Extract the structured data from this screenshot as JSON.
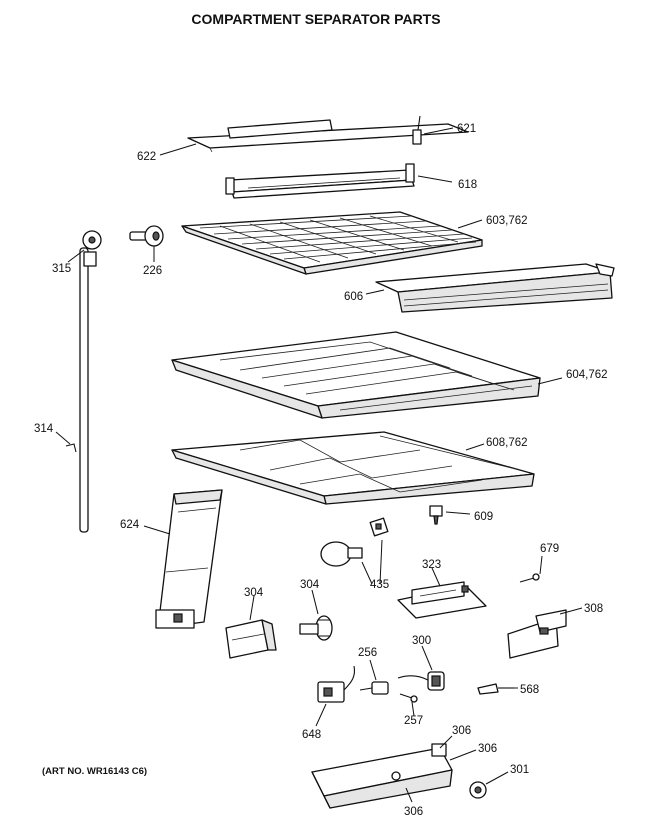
{
  "title": "COMPARTMENT SEPARATOR PARTS",
  "art_no": "(ART NO. WR16143 C6)",
  "labels": {
    "p621": "621",
    "p622": "622",
    "p618": "618",
    "p603": "603,762",
    "p315": "315",
    "p226": "226",
    "p606": "606",
    "p604": "604,762",
    "p314": "314",
    "p608": "608,762",
    "p609": "609",
    "p624": "624",
    "p679": "679",
    "p323": "323",
    "p435": "435",
    "p304a": "304",
    "p304b": "304",
    "p308": "308",
    "p256": "256",
    "p300": "300",
    "p568": "568",
    "p257": "257",
    "p648": "648",
    "p306a": "306",
    "p306b": "306",
    "p306c": "306",
    "p301": "301"
  }
}
